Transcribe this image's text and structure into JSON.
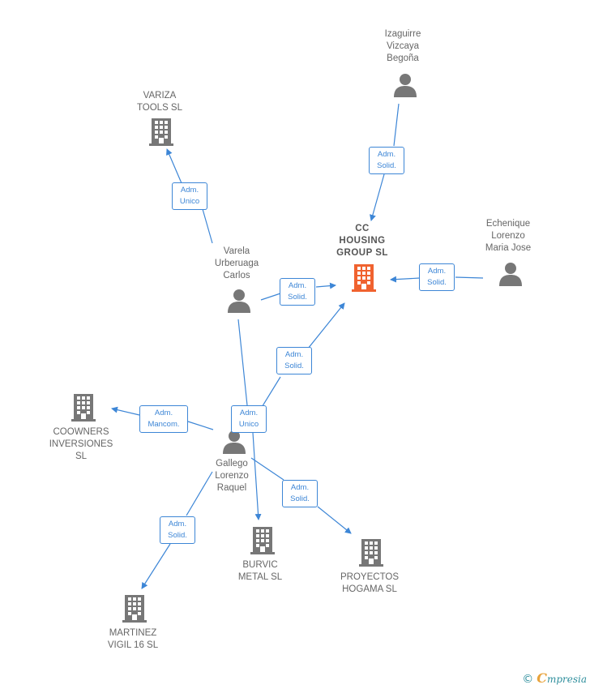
{
  "nodes": {
    "izaguirre": "Izaguirre\nVizcaya\nBegoña",
    "variza": "VARIZA\nTOOLS  SL",
    "cc_housing": "CC\nHOUSING\nGROUP  SL",
    "echenique": "Echenique\nLorenzo\nMaria Jose",
    "varela": "Varela\nUrberuaga\nCarlos",
    "coowners": "COOWNERS\nINVERSIONES\nSL",
    "gallego": "Gallego\nLorenzo\nRaquel",
    "burvic": "BURVIC\nMETAL SL",
    "proyectos": "PROYECTOS\nHOGAMA  SL",
    "martinez": "MARTINEZ\nVIGIL 16  SL"
  },
  "edges": {
    "izaguirre_cc": "Adm.\nSolid.",
    "varela_variza": "Adm.\nUnico",
    "echenique_cc": "Adm.\nSolid.",
    "varela_cc": "Adm.\nSolid.",
    "gallego_cc": "Adm.\nSolid.",
    "gallego_coowners": "Adm.\nMancom.",
    "varela_burvic": "Adm.\nUnico",
    "gallego_proyectos": "Adm.\nSolid.",
    "gallego_martinez": "Adm.\nSolid."
  },
  "colors": {
    "edge": "#3d86d6",
    "company": "#777777",
    "company_main": "#f0622f",
    "person": "#777777"
  },
  "icons": {
    "company": "building-icon",
    "person": "person-icon"
  },
  "watermark": {
    "copyright": "©",
    "brand_initial": "C",
    "brand_rest": "mpresia"
  }
}
